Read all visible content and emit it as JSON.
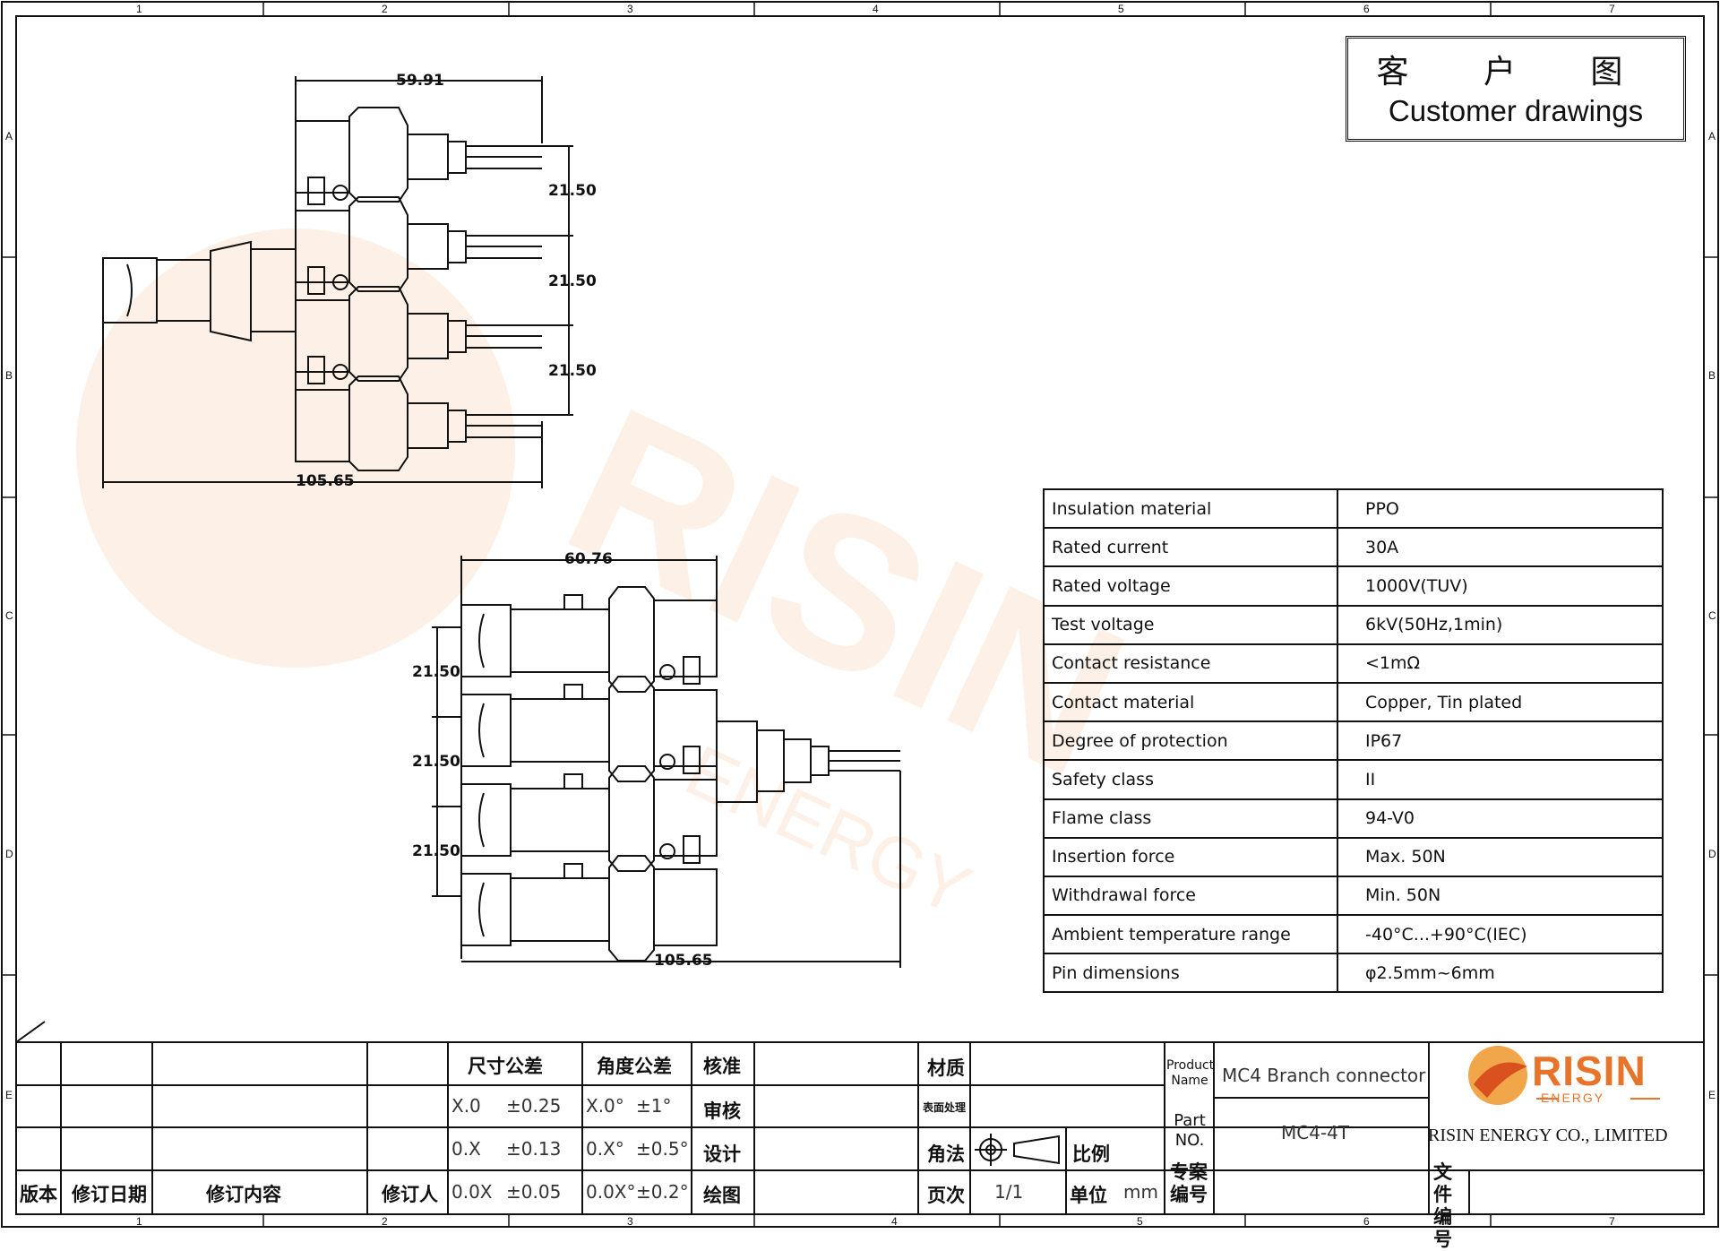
{
  "title": {
    "cn": "客 户 图",
    "en": "Customer drawings"
  },
  "border": {
    "columns": [
      "1",
      "2",
      "3",
      "4",
      "5",
      "6",
      "7"
    ],
    "rows": [
      "A",
      "B",
      "C",
      "D",
      "E"
    ]
  },
  "dimensions": {
    "top_view": {
      "width_top": "59.91",
      "pitch_1": "21.50",
      "pitch_2": "21.50",
      "pitch_3": "21.50",
      "length": "105.65"
    },
    "bottom_view": {
      "width_top": "60.76",
      "pitch_1": "21.50",
      "pitch_2": "21.50",
      "pitch_3": "21.50",
      "length": "105.65"
    }
  },
  "specs": [
    {
      "key": "Insulation material",
      "value": "PPO"
    },
    {
      "key": "Rated current",
      "value": "30A"
    },
    {
      "key": "Rated voltage",
      "value": "1000V(TUV)"
    },
    {
      "key": "Test voltage",
      "value": "6kV(50Hz,1min)"
    },
    {
      "key": "Contact resistance",
      "value": "<1mΩ"
    },
    {
      "key": "Contact material",
      "value": "Copper, Tin plated"
    },
    {
      "key": "Degree of protection",
      "value": "IP67"
    },
    {
      "key": "Safety class",
      "value": "II"
    },
    {
      "key": "Flame class",
      "value": "94-V0"
    },
    {
      "key": "Insertion force",
      "value": "Max. 50N"
    },
    {
      "key": "Withdrawal force",
      "value": "Min. 50N"
    },
    {
      "key": "Ambient temperature range",
      "value": "-40°C...+90°C(IEC)"
    },
    {
      "key": "Pin dimensions",
      "value": "φ2.5mm~6mm"
    }
  ],
  "title_block": {
    "revision_headers": {
      "version": "版本",
      "date": "修订日期",
      "content": "修订内容",
      "reviser": "修订人"
    },
    "tolerance": {
      "dim_header": "尺寸公差",
      "angle_header": "角度公差",
      "rows": [
        {
          "d": "X.0",
          "dv": "±0.25",
          "a": "X.0°",
          "av": "±1°"
        },
        {
          "d": "0.X",
          "dv": "±0.13",
          "a": "0.X°",
          "av": "±0.5°"
        },
        {
          "d": "0.0X",
          "dv": "±0.05",
          "a": "0.0X°",
          "av": "±0.2°"
        }
      ]
    },
    "roles": [
      "核准",
      "审核",
      "设计",
      "绘图"
    ],
    "material_label": "材质",
    "surface_label": "表面处理",
    "projection_label": "角法",
    "scale_label": "比例",
    "page_label": "页次",
    "page_value": "1/1",
    "unit_label": "单位",
    "unit_value": "mm",
    "product_name_label": "Product Name",
    "product_name": "MC4 Branch connector",
    "part_no_label": "Part NO.",
    "part_no": "MC4-4T",
    "project_no_label": "专案编号",
    "file_no_label": "文件编号",
    "logo": "RISIN",
    "logo_sub": "ENERGY",
    "company": "RISIN ENERGY CO., LIMITED"
  },
  "colors": {
    "logo": "#e8742a",
    "watermark": "#f7d9c4",
    "line": "#111111"
  }
}
